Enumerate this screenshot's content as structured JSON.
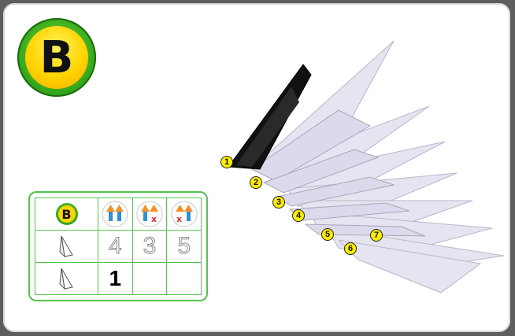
{
  "section_badge": {
    "letter": "B"
  },
  "markers": [
    "1",
    "2",
    "3",
    "4",
    "5",
    "6",
    "7"
  ],
  "legend": {
    "badge": "B",
    "icons": [
      "arrows-up-icon",
      "arrows-up-cross-right-icon",
      "arrows-up-cross-left-icon"
    ],
    "row_counts": [
      "4",
      "3",
      "5"
    ],
    "row2_count": "1"
  },
  "colors": {
    "marker_fill": "#ffee00",
    "legend_border": "#51c44a",
    "arrow_orange": "#f3912a",
    "arrow_blue": "#2f8fd8",
    "cross_red": "#e0303a"
  }
}
